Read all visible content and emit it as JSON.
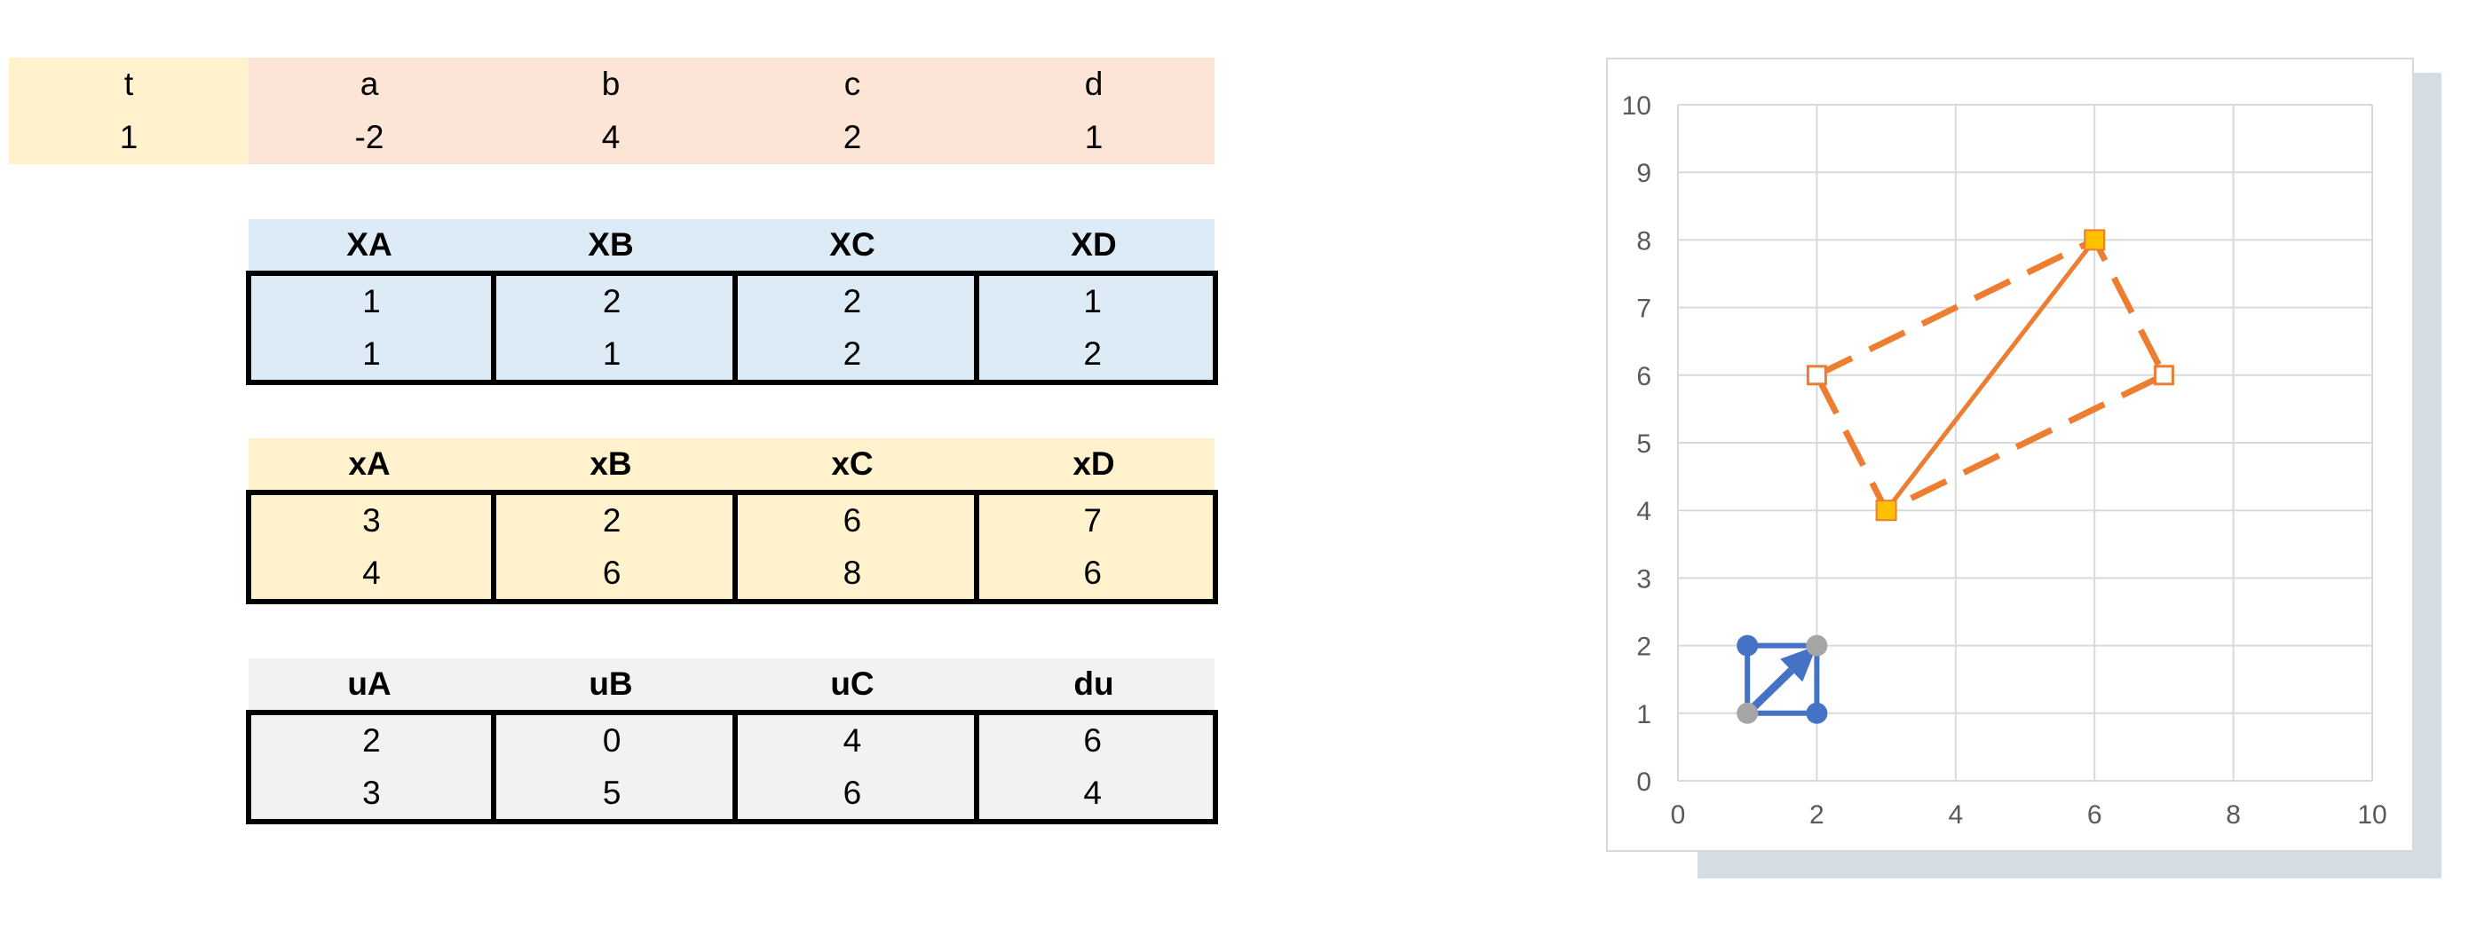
{
  "params": {
    "headers": [
      "t",
      "a",
      "b",
      "c",
      "d"
    ],
    "values": [
      "1",
      "-2",
      "4",
      "2",
      "1"
    ]
  },
  "table_X": {
    "headers": [
      "XA",
      "XB",
      "XC",
      "XD"
    ],
    "rows": [
      [
        "1",
        "2",
        "2",
        "1"
      ],
      [
        "1",
        "1",
        "2",
        "2"
      ]
    ]
  },
  "table_x": {
    "headers": [
      "xA",
      "xB",
      "xC",
      "xD"
    ],
    "rows": [
      [
        "3",
        "2",
        "6",
        "7"
      ],
      [
        "4",
        "6",
        "8",
        "6"
      ]
    ]
  },
  "table_u": {
    "headers": [
      "uA",
      "uB",
      "uC",
      "du"
    ],
    "rows": [
      [
        "2",
        "0",
        "4",
        "6"
      ],
      [
        "3",
        "5",
        "6",
        "4"
      ]
    ]
  },
  "colors": {
    "param_t_bg": "#FFF2CC",
    "param_abcd_bg": "#FCE4D6",
    "table_X_bg": "#DDEBF7",
    "table_x_bg": "#FFF2CC",
    "table_u_bg": "#F2F2F2",
    "orange": "#ED7D31",
    "blue": "#4472C4",
    "gray": "#A5A5A5",
    "gold": "#FFC000"
  },
  "chart_data": {
    "type": "scatter",
    "xlim": [
      0,
      10
    ],
    "ylim": [
      0,
      10
    ],
    "x_ticks": [
      0,
      2,
      4,
      6,
      8,
      10
    ],
    "y_ticks": [
      0,
      1,
      2,
      3,
      4,
      5,
      6,
      7,
      8,
      9,
      10
    ],
    "grid": true,
    "series": [
      {
        "style": "dashed-orange-polygon",
        "points": [
          [
            2,
            6
          ],
          [
            6,
            8
          ],
          [
            7,
            6
          ],
          [
            3,
            4
          ],
          [
            2,
            6
          ]
        ]
      },
      {
        "style": "solid-orange-line",
        "points": [
          [
            3,
            4
          ],
          [
            6,
            8
          ]
        ]
      },
      {
        "style": "solid-blue-square",
        "points": [
          [
            1,
            1
          ],
          [
            2,
            1
          ],
          [
            2,
            2
          ],
          [
            1,
            2
          ],
          [
            1,
            1
          ]
        ]
      },
      {
        "style": "blue-arrow",
        "points": [
          [
            1,
            1
          ],
          [
            2,
            2
          ]
        ]
      },
      {
        "style": "orange-hollow-square-markers",
        "points": [
          [
            2,
            6
          ],
          [
            7,
            6
          ]
        ]
      },
      {
        "style": "gold-filled-square-markers",
        "points": [
          [
            6,
            8
          ],
          [
            3,
            4
          ]
        ]
      },
      {
        "style": "blue-circle-markers",
        "points": [
          [
            1,
            2
          ],
          [
            2,
            1
          ]
        ]
      },
      {
        "style": "gray-circle-markers",
        "points": [
          [
            1,
            1
          ],
          [
            2,
            2
          ]
        ]
      }
    ]
  }
}
